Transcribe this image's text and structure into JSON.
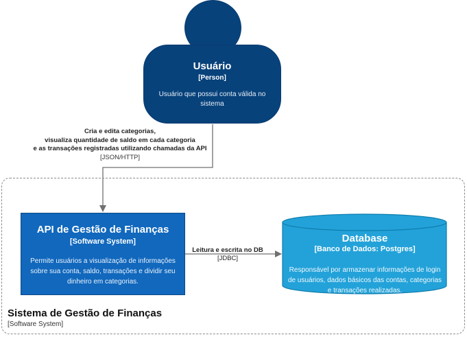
{
  "person": {
    "name": "Usuário",
    "type": "[Person]",
    "description": "Usuário que possui conta válida no sistema"
  },
  "system_boundary": {
    "title": "Sistema de Gestão de Finanças",
    "type": "[Software System]"
  },
  "api": {
    "name": "API de Gestão de Finanças",
    "type": "[Software System]",
    "description": "Permite usuários a visualização de informações sobre sua conta, saldo, transações e dividir seu dinheiro em categorias."
  },
  "database": {
    "name": "Database",
    "type": "[Banco de Dados: Postgres]",
    "description": "Responsável por armazenar informações de login de usuários, dados básicos das contas, categorias e transações realizadas."
  },
  "edges": {
    "user_to_api": {
      "label_line1": "Cria e edita categorias,",
      "label_line2": "visualiza quantidade de saldo em cada categoria",
      "label_line3": "e as transações registradas utilizando chamadas da API",
      "technology": "[JSON/HTTP]"
    },
    "api_to_db": {
      "label": "Leitura e escrita no DB",
      "technology": "[JDBC]"
    }
  },
  "colors": {
    "person": "#08427b",
    "software_system": "#1168bd",
    "database": "#23a2d9",
    "boundary": "#8a8a8a",
    "edge": "#707070"
  }
}
